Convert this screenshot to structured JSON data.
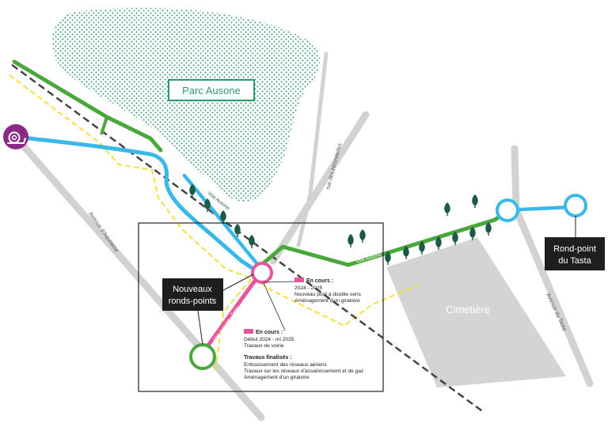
{
  "map": {
    "park_label": "Parc Ausone",
    "cemetery_label": "Cimetière",
    "callout_new": {
      "line1": "Nouveaux",
      "line2": "ronds-points"
    },
    "callout_tasta": {
      "line1": "Rond-point",
      "line2": "du Tasta"
    },
    "roads": {
      "hirondelles": "rue des Hirondelles",
      "aquitaine": "Avenue d'Aquitaine",
      "right": "Avenue du Tasta"
    },
    "path_labels": {
      "green_top": "Voie Ausone - Tasta",
      "green_mid": "Voie Ausone",
      "green_right": "Voie Ausone",
      "pink": "Voie Ausone - Tasta"
    },
    "annotation_1": {
      "head": "En cours :",
      "lines": [
        "2024 - 2025",
        "Nouveau pont à double sens",
        "Aménagement d'un giratoire"
      ]
    },
    "annotation_2": {
      "head": "En cours :",
      "lines": [
        "Début 2024 - mi 2025",
        "Travaux de voirie"
      ]
    },
    "annotation_3": {
      "head": "Travaux finalisés :",
      "lines": [
        "Enfouissement des réseaux aériens",
        "Travaux sur les réseaux d'assainissement et de gaz",
        "Aménagement d'un giratoire"
      ]
    },
    "colors": {
      "green": "#4aa73c",
      "blue": "#3ab8e8",
      "pink": "#e8559b",
      "yellow": "#f5e03a",
      "purple": "#8b2a84",
      "park_dot": "#3a9a78",
      "park_label": "#2e9a6a",
      "road_gray": "#d2d2d2",
      "cemetery": "#d4d4d4",
      "tree": "#1d5a46",
      "callout_bg": "#1e1e1e"
    },
    "icons": {
      "start": "snail-icon",
      "tree": "tree-icon"
    }
  }
}
